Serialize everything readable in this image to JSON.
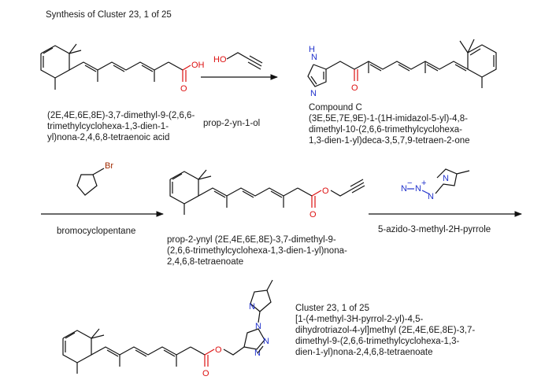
{
  "title": "Synthesis of Cluster 23, 1 of 25",
  "step1": {
    "reactant_name": "(2E,4E,6E,8E)-3,7-dimethyl-9-(2,6,6-\ntrimethylcyclohexa-1,3-dien-1-\nyl)nona-2,4,6,8-tetraenoic acid",
    "reagent_name": "prop-2-yn-1-ol",
    "product_label": "Compound C",
    "product_name": "(3E,5E,7E,9E)-1-(1H-imidazol-5-yl)-4,8-\ndimethyl-10-(2,6,6-trimethylcyclohexa-\n1,3-dien-1-yl)deca-3,5,7,9-tetraen-2-one"
  },
  "step2": {
    "reagent_name": "bromocyclopentane",
    "product_name": "prop-2-ynyl (2E,4E,6E,8E)-3,7-dimethyl-9-\n(2,6,6-trimethylcyclohexa-1,3-dien-1-yl)nona-\n2,4,6,8-tetraenoate",
    "reagent2_name": "5-azido-3-methyl-2H-pyrrole"
  },
  "final": {
    "label": "Cluster 23, 1 of 25",
    "name": "[1-(4-methyl-3H-pyrrol-2-yl)-4,5-\ndihydrotriazol-4-yl]methyl (2E,4E,6E,8E)-3,7-\ndimethyl-9-(2,6,6-trimethylcyclohexa-1,3-\ndien-1-yl)nona-2,4,6,8-tetraenoate"
  },
  "atoms": {
    "O": "O",
    "OH": "OH",
    "HO": "HO",
    "H": "H",
    "N": "N",
    "Br": "Br",
    "Nplus": "N",
    "plus": "+",
    "minus": "−"
  }
}
